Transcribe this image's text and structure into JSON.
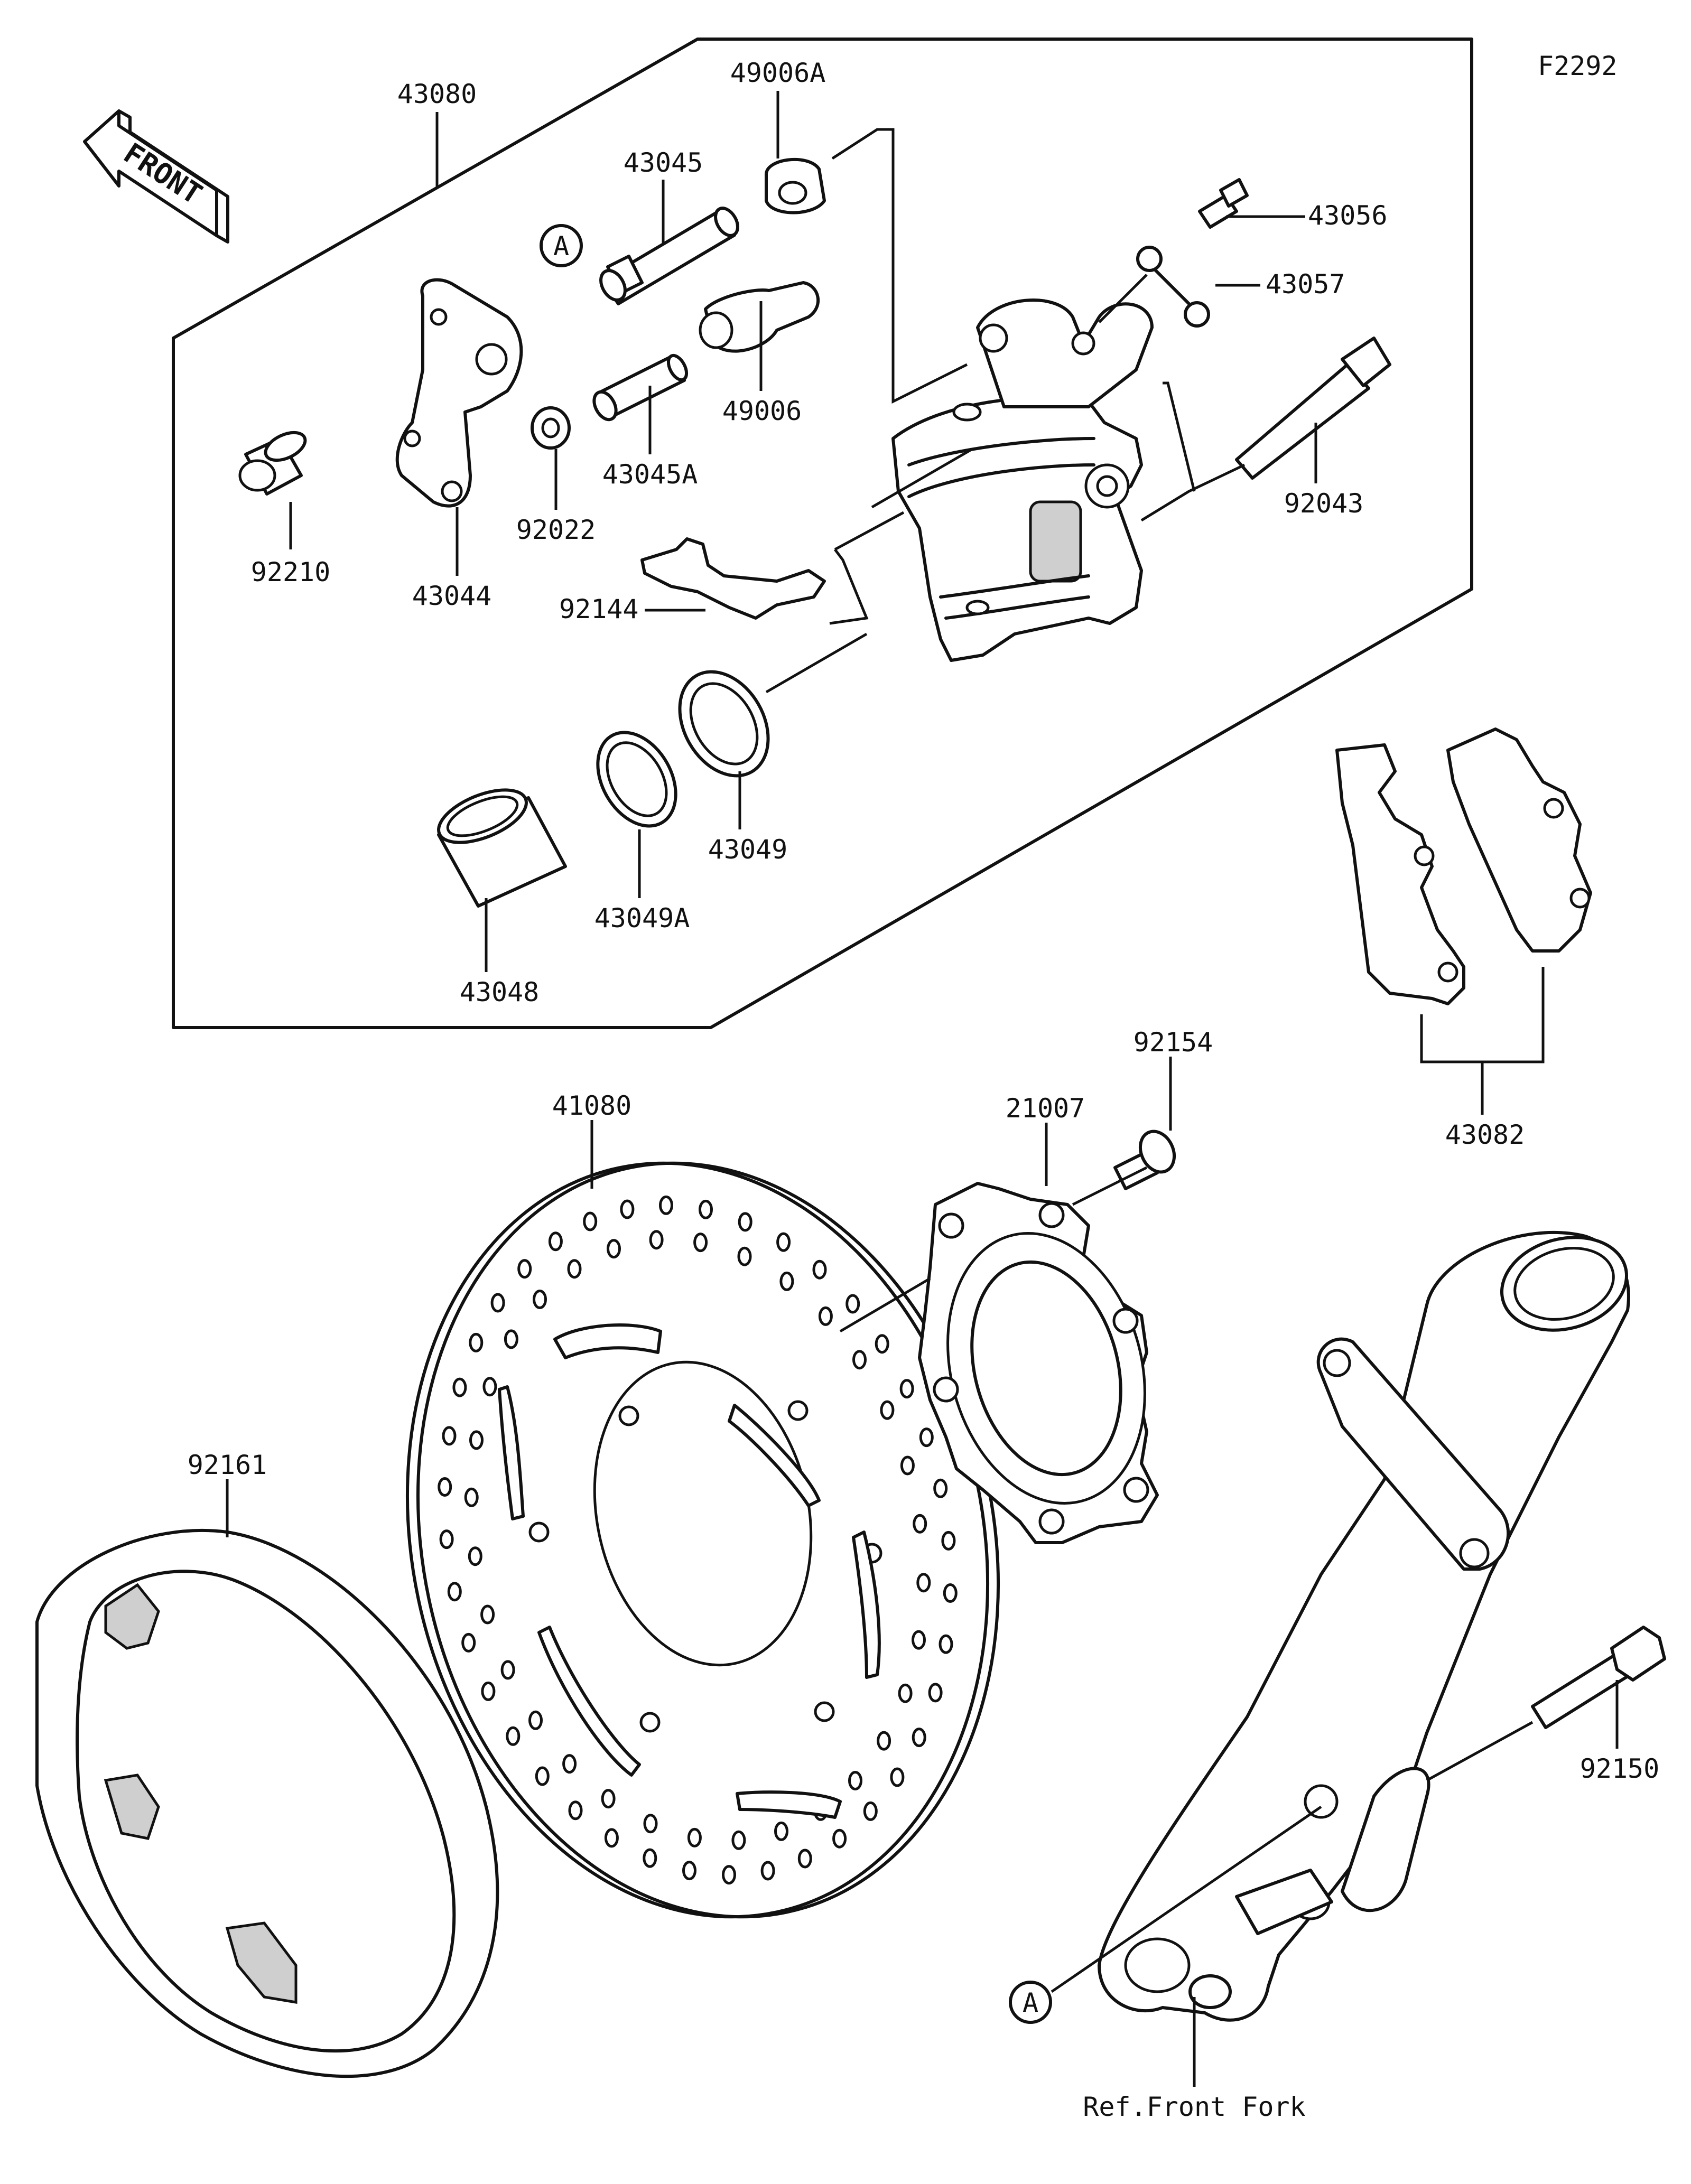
{
  "figure_code": "F2292",
  "front_arrow": {
    "text": "FRONT",
    "icon": "front-direction-arrow-icon"
  },
  "ref_marker": "A",
  "parts": [
    {
      "id": "part-43080",
      "number": "43080"
    },
    {
      "id": "part-49006A",
      "number": "49006A"
    },
    {
      "id": "part-43045",
      "number": "43045"
    },
    {
      "id": "part-43056",
      "number": "43056"
    },
    {
      "id": "part-43057",
      "number": "43057"
    },
    {
      "id": "part-49006",
      "number": "49006"
    },
    {
      "id": "part-43045A",
      "number": "43045A"
    },
    {
      "id": "part-92043",
      "number": "92043"
    },
    {
      "id": "part-92210",
      "number": "92210"
    },
    {
      "id": "part-43044",
      "number": "43044"
    },
    {
      "id": "part-92022",
      "number": "92022"
    },
    {
      "id": "part-92144",
      "number": "92144"
    },
    {
      "id": "part-43049",
      "number": "43049"
    },
    {
      "id": "part-43049A",
      "number": "43049A"
    },
    {
      "id": "part-43048",
      "number": "43048"
    },
    {
      "id": "part-92154",
      "number": "92154"
    },
    {
      "id": "part-21007",
      "number": "21007"
    },
    {
      "id": "part-41080",
      "number": "41080"
    },
    {
      "id": "part-43082",
      "number": "43082"
    },
    {
      "id": "part-92161",
      "number": "92161"
    },
    {
      "id": "part-92150",
      "number": "92150"
    },
    {
      "id": "ref-front-fork",
      "number": "Ref.Front Fork"
    }
  ]
}
